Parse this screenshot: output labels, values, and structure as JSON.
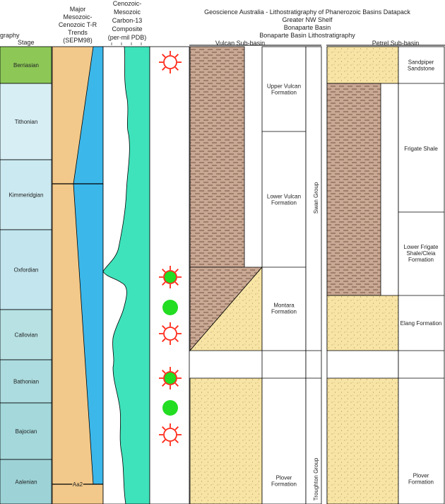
{
  "header": {
    "col_left": "graphy",
    "col_stage": "Stage",
    "tr_trends": [
      "Major",
      "Mesozoic-",
      "Cenozoic T-R",
      "Trends",
      "(SEPM98)"
    ],
    "carbon": [
      "Cenozoic-",
      "Mesozoic",
      "Carbon-13",
      "Composite",
      "(per-mil PDB)"
    ],
    "title_lines": [
      "Geoscience Australia - Lithostratigraphy of Phanerozoic Basins Datapack",
      "Greater NW Shelf",
      "Bonaparte Basin",
      "Bonaparte Basin Lithostratigraphy"
    ],
    "vulcan": "Vulcan Sub-basin",
    "petrel": "Petrel Sub-basin"
  },
  "stages": [
    {
      "name": "Berriasian",
      "color": "#8dc857"
    },
    {
      "name": "Tithonian",
      "color": "#d6eef4"
    },
    {
      "name": "Kimmeridgian",
      "color": "#cbe9f0"
    },
    {
      "name": "Oxfordian",
      "color": "#c2e5ee"
    },
    {
      "name": "Callovian",
      "color": "#b7e1e3"
    },
    {
      "name": "Bathonian",
      "color": "#acdcdf"
    },
    {
      "name": "Bajocian",
      "color": "#a4d8db"
    },
    {
      "name": "Aalenian",
      "color": "#9dd3d7"
    }
  ],
  "tr_marker": "Aa2",
  "vulcan_formations": [
    "Upper Vulcan Formation",
    "Lower Vulcan Formation",
    "Montara Formation",
    "Plover Formation"
  ],
  "vulcan_groups": [
    "Swan Group",
    "Troughton Group"
  ],
  "petrel_formations": [
    "Sandpiper Sandstone",
    "Frigate Shale",
    "Lower Frigate Shale/Cleia Formation",
    "Elang Formation",
    "Plover Formation"
  ],
  "colors": {
    "tr_orange": "#f2c98a",
    "tr_blue": "#3cb7ea",
    "carbon_green": "#3ee3bb",
    "shale_brown": "#c9a894",
    "sand_yellow": "#f8e5a5",
    "symbol_red": "#ff2a1a",
    "symbol_green": "#22dd22"
  },
  "symbols": [
    "hollow-sun",
    "filled-sun",
    "filled-dot",
    "hollow-sun",
    "filled-sun",
    "filled-dot",
    "hollow-sun"
  ]
}
